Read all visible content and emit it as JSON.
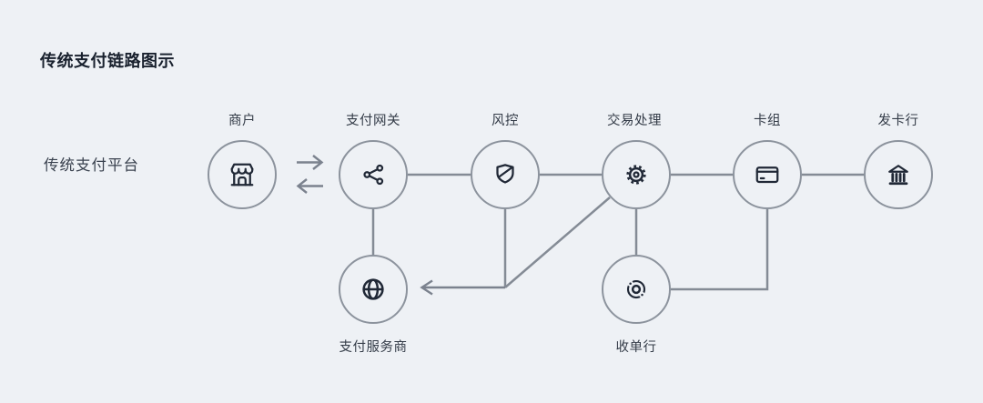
{
  "page": {
    "title": "传统支付链路图示",
    "row_label": "传统支付平台",
    "background_color": "#eef1f5"
  },
  "colors": {
    "connector_line": "#848b95",
    "arrow": "#7b828e",
    "circle_stroke": "#8c939d",
    "icon": "#202836",
    "title_text": "#19212e",
    "label_text": "#343c48"
  },
  "diagram": {
    "nodes": [
      {
        "id": "merchant",
        "label": "商户",
        "icon": "storefront-icon",
        "label_position": "top"
      },
      {
        "id": "payment-gateway",
        "label": "支付网关",
        "icon": "share-icon",
        "label_position": "top"
      },
      {
        "id": "risk-control",
        "label": "风控",
        "icon": "shield-slash-icon",
        "label_position": "top"
      },
      {
        "id": "transaction-processing",
        "label": "交易处理",
        "icon": "gear-icon",
        "label_position": "top"
      },
      {
        "id": "card-network",
        "label": "卡组",
        "icon": "credit-card-icon",
        "label_position": "top"
      },
      {
        "id": "issuing-bank",
        "label": "发卡行",
        "icon": "bank-icon",
        "label_position": "top"
      },
      {
        "id": "payment-service-provider",
        "label": "支付服务商",
        "icon": "globe-icon",
        "label_position": "bottom"
      },
      {
        "id": "acquiring-bank",
        "label": "收单行",
        "icon": "orbit-icon",
        "label_position": "bottom"
      }
    ],
    "connections": [
      {
        "from": "merchant",
        "to": "payment-gateway",
        "style": "double-arrow"
      },
      {
        "from": "payment-gateway",
        "to": "risk-control",
        "style": "line"
      },
      {
        "from": "risk-control",
        "to": "transaction-processing",
        "style": "line"
      },
      {
        "from": "transaction-processing",
        "to": "card-network",
        "style": "line"
      },
      {
        "from": "card-network",
        "to": "issuing-bank",
        "style": "line"
      },
      {
        "from": "payment-gateway",
        "to": "payment-service-provider",
        "style": "line-vertical"
      },
      {
        "from": "risk-control",
        "to": "payment-service-provider",
        "style": "arrow-elbow"
      },
      {
        "from": "transaction-processing",
        "to": "payment-service-provider",
        "style": "arrow-diagonal-merge"
      },
      {
        "from": "transaction-processing",
        "to": "acquiring-bank",
        "style": "line-vertical"
      },
      {
        "from": "acquiring-bank",
        "to": "card-network",
        "style": "line-elbow"
      }
    ]
  }
}
